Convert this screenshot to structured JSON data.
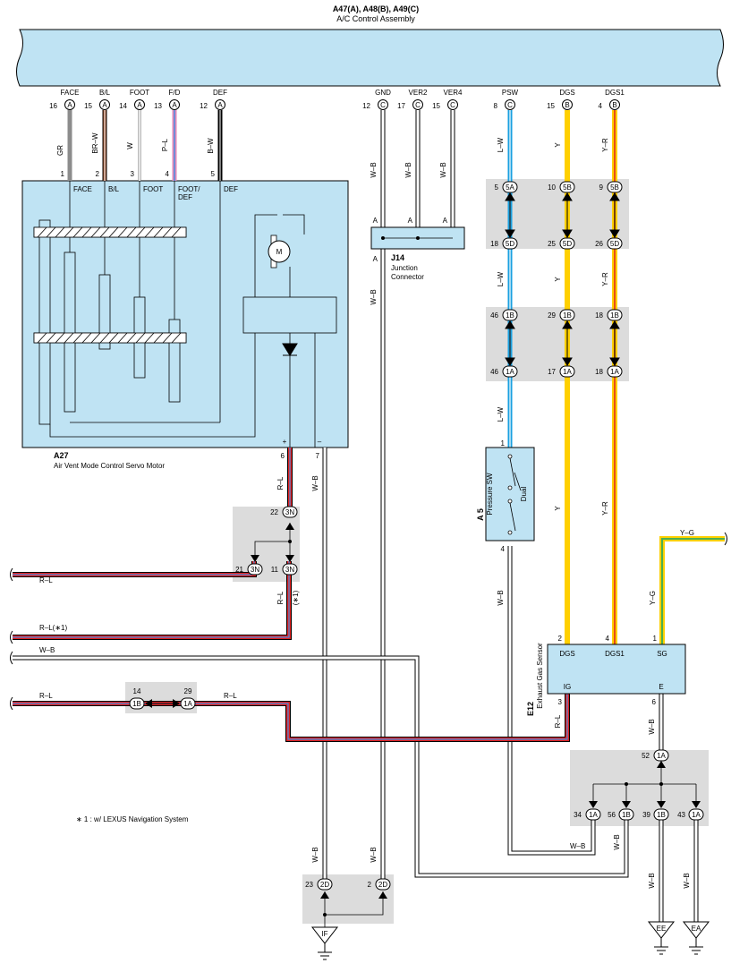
{
  "header": {
    "title": "A47(A), A48(B), A49(C)",
    "subtitle": "A/C Control Assembly"
  },
  "control_assembly": {
    "pins": [
      {
        "name": "FACE",
        "num": "16",
        "conn": "A"
      },
      {
        "name": "B/L",
        "num": "15",
        "conn": "A"
      },
      {
        "name": "FOOT",
        "num": "14",
        "conn": "A"
      },
      {
        "name": "F/D",
        "num": "13",
        "conn": "A"
      },
      {
        "name": "DEF",
        "num": "12",
        "conn": "A"
      },
      {
        "name": "GND",
        "num": "12",
        "conn": "C"
      },
      {
        "name": "VER2",
        "num": "17",
        "conn": "C"
      },
      {
        "name": "VER4",
        "num": "15",
        "conn": "C"
      },
      {
        "name": "PSW",
        "num": "8",
        "conn": "C"
      },
      {
        "name": "DGS",
        "num": "15",
        "conn": "B"
      },
      {
        "name": "DGS1",
        "num": "4",
        "conn": "B"
      }
    ]
  },
  "wire_colors": {
    "face": "GR",
    "bl": "BR–W",
    "foot": "W",
    "fd": "P–L",
    "def": "B–W",
    "gnd": "W–B",
    "ver2": "W–B",
    "ver4": "W–B",
    "psw": "L–W",
    "dgs": "Y",
    "dgs1": "Y–R",
    "sg": "Y–G",
    "rl": "R–L"
  },
  "servo_motor": {
    "id": "A27",
    "name": "Air Vent Mode Control Servo Motor",
    "pin_nums": [
      "1",
      "2",
      "3",
      "4",
      "5"
    ],
    "pin_labels": [
      "FACE",
      "B/L",
      "FOOT",
      "FOOT/",
      "DEF"
    ],
    "pin_label_fd2": "DEF",
    "plus": "+",
    "minus": "–",
    "pin6": "6",
    "pin7": "7",
    "motor": "M"
  },
  "junction": {
    "id": "J14",
    "name_line1": "Junction",
    "name_line2": "Connector",
    "pin": "A"
  },
  "pressure_sw": {
    "id": "A 5",
    "name": "Pressure SW",
    "mode": "Dual",
    "pin1": "1",
    "pin4": "4"
  },
  "gas_sensor": {
    "id": "E12",
    "name": "Exhaust Gas Sensor",
    "pins": {
      "dgs": "DGS",
      "dgs1": "DGS1",
      "sg": "SG",
      "ig": "IG",
      "e": "E"
    },
    "nums": {
      "dgs": "2",
      "dgs1": "4",
      "sg": "1",
      "ig": "3",
      "e": "6"
    }
  },
  "connectors": {
    "c5A": "5A",
    "c5B": "5B",
    "c5D": "5D",
    "c1B": "1B",
    "c1A": "1A",
    "c3N": "3N",
    "c2D": "2D",
    "n5": "5",
    "n10": "10",
    "n9": "9",
    "n18": "18",
    "n25": "25",
    "n26": "26",
    "n46": "46",
    "n29": "29",
    "n17": "17",
    "n22": "22",
    "n21": "21",
    "n11": "11",
    "n14": "14",
    "n52": "52",
    "n34": "34",
    "n56": "56",
    "n39": "39",
    "n43": "43",
    "n23": "23",
    "n2": "2"
  },
  "grounds": [
    "IF",
    "EE",
    "EA"
  ],
  "notes": {
    "star1": "(∗1)",
    "rl_star": "R–L(∗1)",
    "footnote": "∗ 1 : w/ LEXUS Navigation System"
  }
}
